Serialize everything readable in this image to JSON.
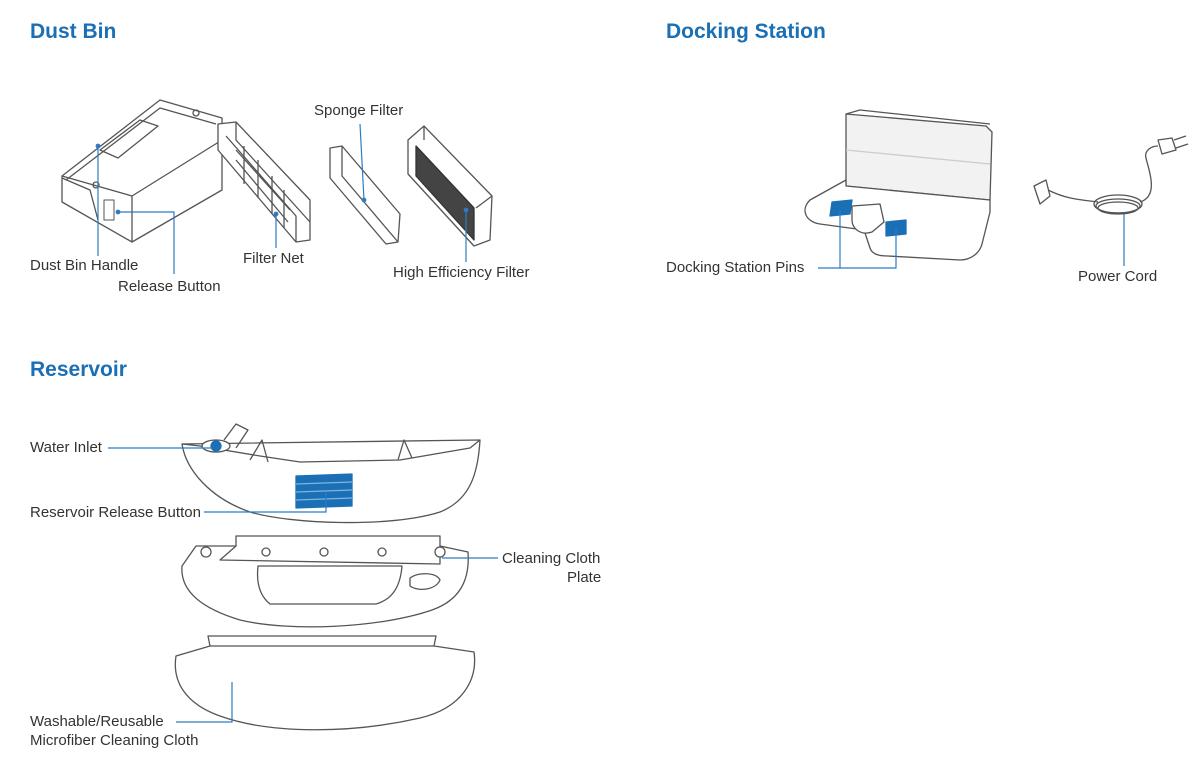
{
  "colors": {
    "heading": "#1a6fb5",
    "callout": "#2b7cc4",
    "outline": "#555555",
    "text": "#333333"
  },
  "dust_bin": {
    "title": "Dust Bin",
    "labels": {
      "sponge_filter": "Sponge Filter",
      "dust_bin_handle": "Dust Bin Handle",
      "release_button": "Release Button",
      "filter_net": "Filter Net",
      "high_efficiency_filter": "High Efficiency Filter"
    }
  },
  "docking_station": {
    "title": "Docking Station",
    "labels": {
      "docking_station_pins": "Docking Station Pins",
      "power_cord": "Power Cord"
    }
  },
  "reservoir": {
    "title": "Reservoir",
    "labels": {
      "water_inlet": "Water Inlet",
      "reservoir_release_button": "Reservoir Release Button",
      "cleaning_cloth_plate_line1": "Cleaning Cloth",
      "cleaning_cloth_plate_line2": "Plate",
      "cloth_line1": "Washable/Reusable",
      "cloth_line2": "Microfiber Cleaning Cloth"
    }
  }
}
